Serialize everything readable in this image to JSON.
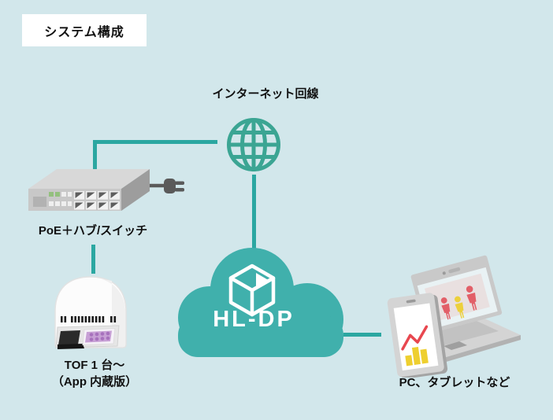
{
  "title": {
    "label": "システム構成"
  },
  "diagram": {
    "internet": {
      "label": "インターネット回線",
      "icon": "globe"
    },
    "hub": {
      "label": "PoE＋ハブ/スイッチ",
      "icon": "poe-hub-switch"
    },
    "tof": {
      "label_line1": "TOF 1 台～",
      "label_line2": "（App 内蔵版）",
      "icon": "tof-dome-sensor"
    },
    "cloud": {
      "label": "HL-DP",
      "icon": "cloud-with-box-logo"
    },
    "clients": {
      "label": "PC、タブレットなど",
      "icon": "laptop-and-tablet"
    }
  },
  "colors": {
    "background": "#d2e7eb",
    "connector": "#2ba7a1",
    "globe": "#3ba593",
    "cloud": "#40b0ac",
    "title_box": "#ffffff",
    "text": "#111111",
    "person_red": "#e25f68",
    "person_yellow": "#ecd03c",
    "chart_bar_yellow": "#eecf2f",
    "chart_line_red": "#e8474f",
    "tof_panel_purple": "#c7a0d5"
  }
}
